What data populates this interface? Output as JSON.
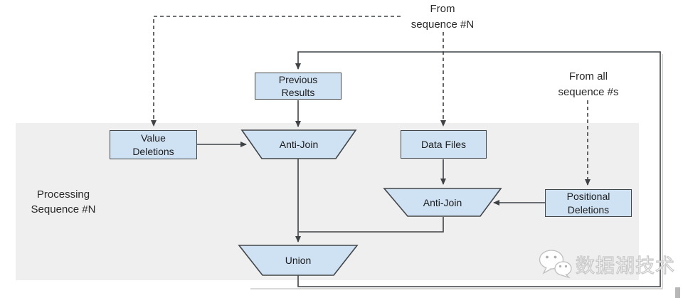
{
  "colors": {
    "node_fill": "#cfe2f3",
    "node_border": "#434649",
    "connector": "#3f4245",
    "band_fill": "#efefef",
    "background": "#ffffff"
  },
  "band": {
    "label": "Processing\nSequence #N"
  },
  "annotations": {
    "from_sequence_n": "From\nsequence #N",
    "from_all_sequences": "From all\nsequence #s"
  },
  "nodes": {
    "previous_results": {
      "label": "Previous\nResults",
      "shape": "rect"
    },
    "value_deletions": {
      "label": "Value\nDeletions",
      "shape": "rect"
    },
    "data_files": {
      "label": "Data Files",
      "shape": "rect"
    },
    "positional_deletions": {
      "label": "Positional\nDeletions",
      "shape": "rect"
    },
    "anti_join_left": {
      "label": "Anti-Join",
      "shape": "trapezoid"
    },
    "anti_join_right": {
      "label": "Anti-Join",
      "shape": "trapezoid"
    },
    "union": {
      "label": "Union",
      "shape": "trapezoid"
    }
  },
  "watermark": {
    "icon": "wechat-icon",
    "text": "数据湖技术"
  }
}
